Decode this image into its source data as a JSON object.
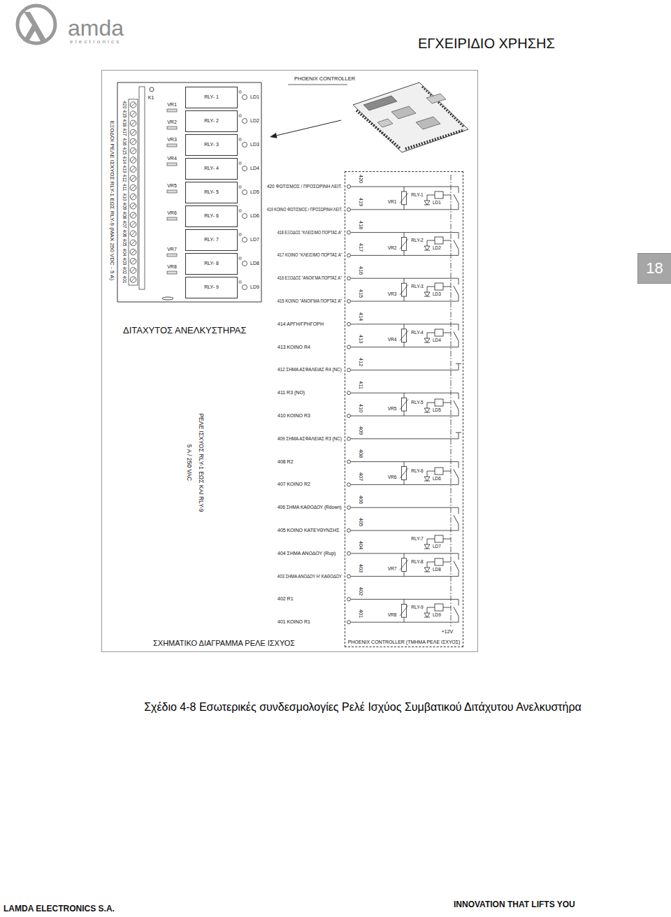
{
  "diagram": {
    "caption": "Σχέδιο 4-8 Εσωτερικές συνδεσμολογίες Ρελέ Ισχύος Συμβατικού Διτάχυτου Ανελκυστήρα",
    "nodes": [
      {
        "text": [
          "RLY- 1"
        ]
      },
      {
        "text": [
          "RLY- 2"
        ]
      },
      {
        "text": [
          "RLY- 3"
        ]
      },
      {
        "text": [
          "RLY- 4"
        ]
      },
      {
        "text": [
          "RLY- 5"
        ]
      },
      {
        "text": [
          "RLY- 6"
        ]
      },
      {
        "text": [
          "RLY- 7"
        ]
      },
      {
        "text": [
          "RLY- 8"
        ]
      },
      {
        "text": [
          "RLY- 9"
        ]
      },
      {
        "text": [
          "PHOENIX CONTROLLER (ΤΜΗΜΑ ΡΕΛΕ ΙΣΧΥΟΣ)"
        ]
      },
      {
        "text": [
          "18"
        ]
      }
    ],
    "labels": [
      "amda",
      "electronics",
      "ΕΓΧΕΙΡΙΔΙΟ ΧΡΗΣΗΣ",
      "ΕΞΟΔΟΙ ΡΕΛΕ ΙΣΧΥΟΣ RLY-1 ΕΩΣ RLY-9 (MAX 250 VDC - 5 A)",
      "420",
      "419",
      "418",
      "417",
      "416",
      "415",
      "414",
      "413",
      "412",
      "411",
      "410",
      "409",
      "408",
      "407",
      "406",
      "405",
      "404",
      "403",
      "402",
      "401",
      "K1",
      "VR1",
      "VR2",
      "VR3",
      "VR4",
      "VR5",
      "VR6",
      "VR7",
      "VR8",
      "LD1",
      "LD2",
      "LD3",
      "LD4",
      "LD5",
      "LD6",
      "LD7",
      "LD8",
      "LD9",
      "PHOENIX CONTROLLER",
      "ΔΙΤΑΧΥΤΟΣ ΑΝΕΛΚΥΣΤΗΡΑΣ",
      "ΡΕΛΕ ΙΣΧΥΟΣ RLY-1 ΕΩΣ ΚΑΙ RLY-9",
      "5 A / 250 VAC",
      "420 ΦΩΤΙΣΜΟΣ / ΠΡΟΣΩΡΙΝΗ ΛΕΙΤ.",
      "419 ΚΟΙΝΟ ΦΩΤΙΣΜΟΣ / ΠΡΟΣΩΡΙΝΗ ΛΕΙΤ.",
      "418 ΕΞΟΔΟΣ \"ΚΛΕΙΣΙΜΟ ΠΟΡΤΑΣ Α\"",
      "417 ΚΟΙΝΟ \"ΚΛΕΙΣΙΜΟ ΠΟΡΤΑΣ Α\"",
      "416 ΕΞΟΔΟΣ \"ΑΝΟΙΓΜΑ ΠΟΡΤΑΣ Α\"",
      "415 ΚΟΙΝΟ \"ΑΝΟΙΓΜΑ ΠΟΡΤΑΣ Α\"",
      "414 ΑΡΓΗ/ΓΡΗΓΟΡΗ",
      "413 ΚΟΙΝΟ R4",
      "412 ΣΗΜΑ ΑΣΦΑΛΕΙΑΣ R4 (NC)",
      "411 R3 (NO)",
      "410 ΚΟΙΝΟ R3",
      "409 ΣΗΜΑ ΑΣΦΑΛΕΙΑΣ R3 (NC)",
      "408 R2",
      "407 ΚΟΙΝΟ R2",
      "406 ΣΗΜΑ ΚΑΘΟΔΟΥ (Rdown)",
      "405 ΚΟΙΝΟ ΚΑΤΕΥΘΥΝΣΗΣ",
      "404 ΣΗΜΑ ΑΝΟΔΟΥ (Rup)",
      "403 ΣΗΜΑ ΑΝΟΔΟΥ Η' ΚΑΘΟΔΟΥ",
      "402 R1",
      "401 ΚΟΙΝΟ R1",
      "420",
      "419",
      "418",
      "417",
      "416",
      "415",
      "414",
      "413",
      "412",
      "411",
      "410",
      "409",
      "408",
      "407",
      "406",
      "405",
      "404",
      "403",
      "402",
      "401",
      "VR1",
      "VR2",
      "VR3",
      "VR4",
      "VR5",
      "VR6",
      "VR7",
      "VR8",
      "RLY-1",
      "RLY-2",
      "RLY-3",
      "RLY-4",
      "RLY-5",
      "RLY-6",
      "RLY-7",
      "RLY-8",
      "RLY-9",
      "LD1",
      "LD2",
      "LD3",
      "LD4",
      "LD5",
      "LD6",
      "LD7",
      "LD8",
      "LD9",
      "+12V",
      "ΣΧΗΜΑΤΙΚΟ ΔΙΑΓΡΑΜΜΑ ΡΕΛΕ ΙΣΧΥΟΣ",
      "LAMDA ELECTRONICS S.A.",
      "INNOVATION THAT LIFTS YOU"
    ]
  }
}
